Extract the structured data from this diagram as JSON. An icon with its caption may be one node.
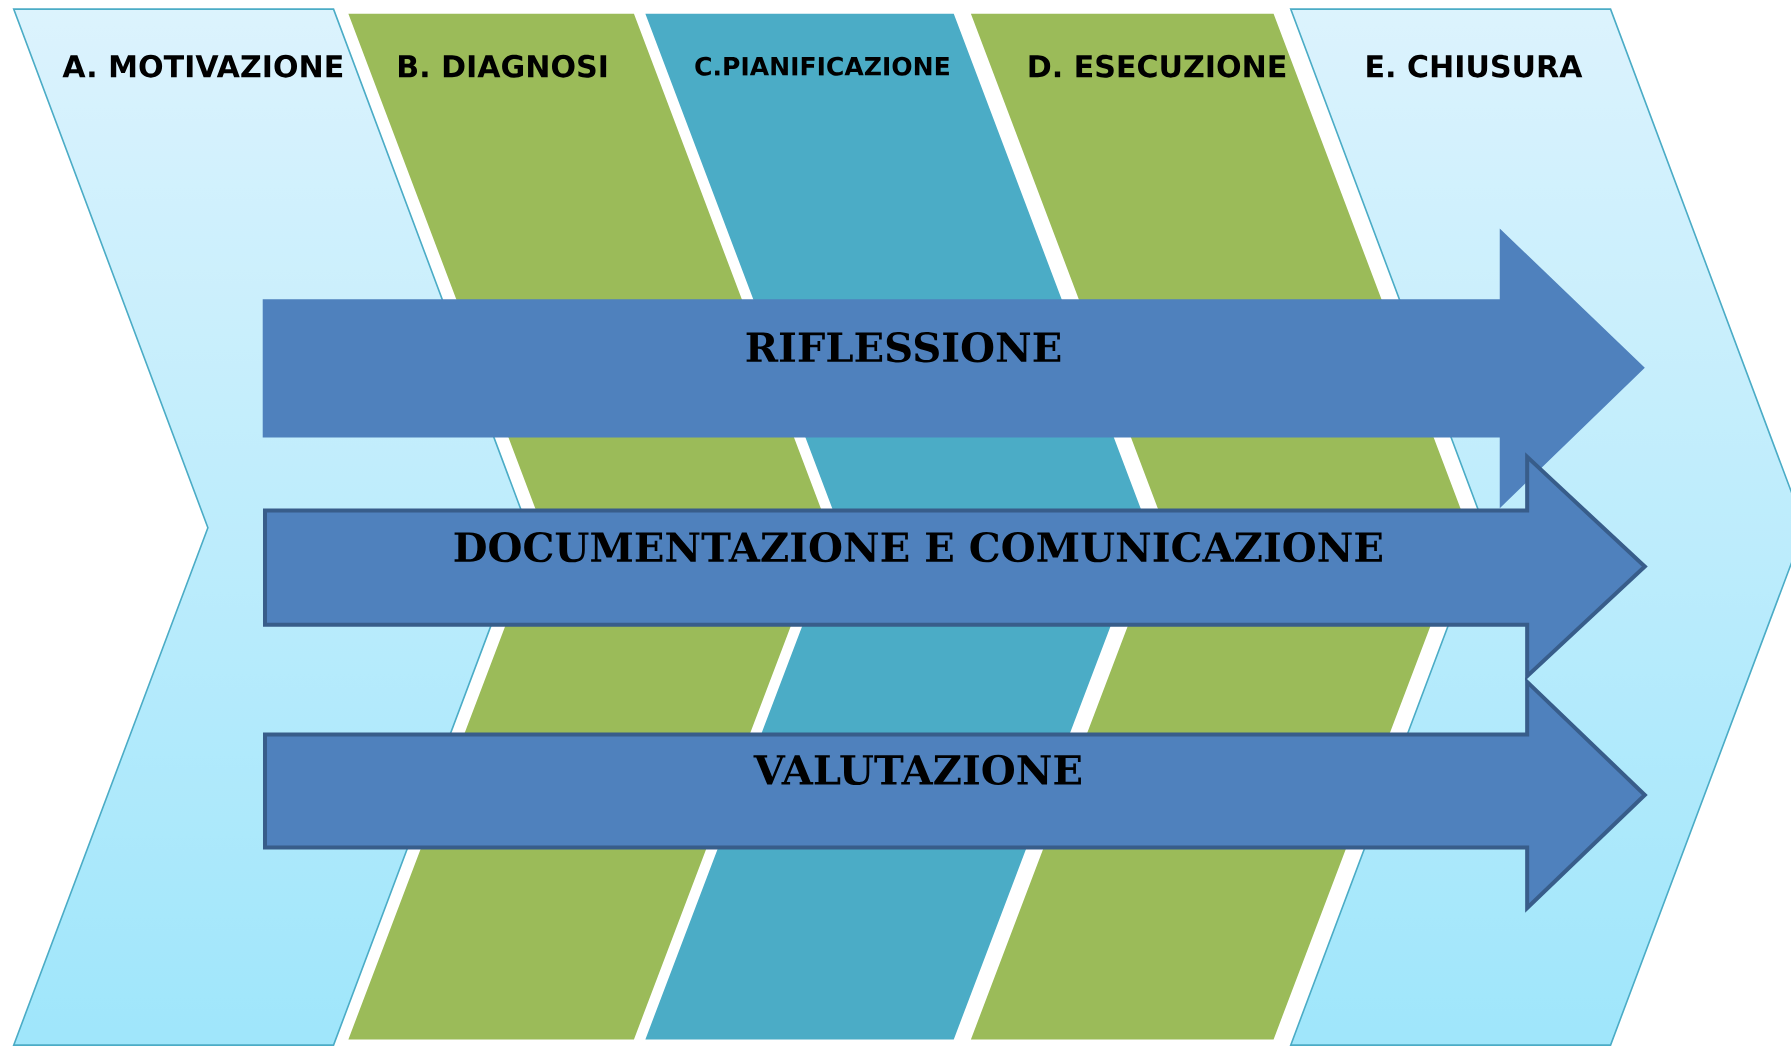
{
  "diagram": {
    "nodes": [
      {
        "text": [
          "A. MOTIVAZIONE"
        ]
      },
      {
        "text": [
          "B. DIAGNOSI"
        ]
      },
      {
        "text": [
          "C.PIANIFICAZIONE"
        ]
      },
      {
        "text": [
          "D. ESECUZIONE"
        ]
      },
      {
        "text": [
          "E. CHIUSURA"
        ]
      },
      {
        "text": [
          "RIFLESSIONE"
        ]
      },
      {
        "text": [
          "DOCUMENTAZIONE E COMUNICAZIONE"
        ]
      },
      {
        "text": [
          "VALUTAZIONE"
        ]
      }
    ]
  }
}
